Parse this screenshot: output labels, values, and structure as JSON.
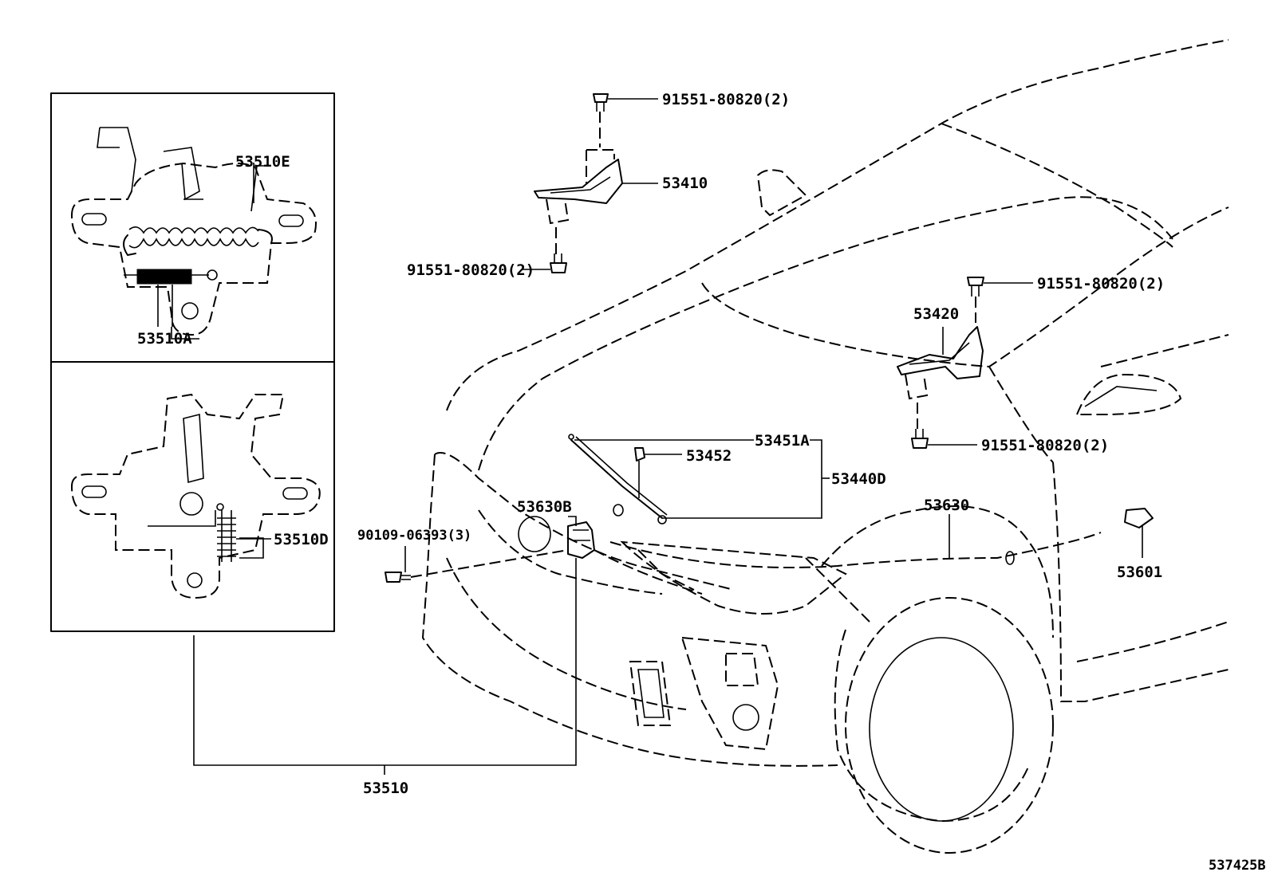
{
  "diagram_id": "537425B",
  "parts": {
    "bolt_top_left": "91551-80820(2)",
    "hinge_left": "53410",
    "bolt_mid_left": "91551-80820(2)",
    "bolt_top_right": "91551-80820(2)",
    "hinge_right": "53420",
    "bolt_mid_right": "91551-80820(2)",
    "support_rod": "53451A",
    "rod_holder": "53452",
    "support_assy": "53440D",
    "latch_cable_clip": "53630B",
    "bolt_latch": "90109-06393(3)",
    "release_cable": "53630",
    "release_lever": "53601",
    "latch_assy": "53510",
    "spring_e": "53510E",
    "spring_a": "53510A",
    "spring_d": "53510D"
  }
}
